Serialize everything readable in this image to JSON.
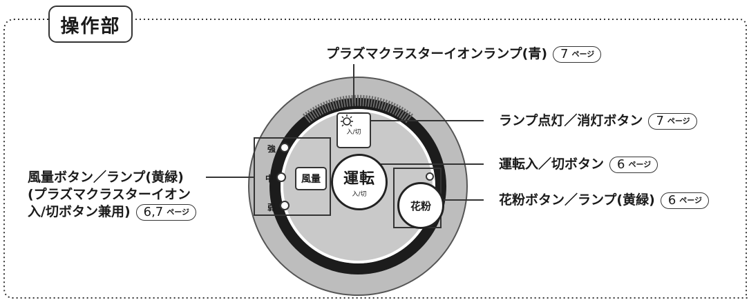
{
  "section_title": "操作部",
  "callouts": {
    "plasma_lamp": {
      "label": "プラズマクラスターイオンランプ(青)",
      "page": "7",
      "unit": "ページ"
    },
    "lamp_button": {
      "label": "ランプ点灯／消灯ボタン",
      "page": "7",
      "unit": "ページ"
    },
    "power_button": {
      "label": "運転入／切ボタン",
      "page": "6",
      "unit": "ページ"
    },
    "pollen_button": {
      "label": "花粉ボタン／ランプ(黄緑)",
      "page": "6",
      "unit": "ページ"
    },
    "fan_button": {
      "line1": "風量ボタン／ランプ(黄緑)",
      "line2": "(プラズマクラスターイオン",
      "line3": "入/切ボタン兼用)",
      "page": "6,7",
      "unit": "ページ"
    }
  },
  "panel": {
    "lamp_button_caption": "入/切",
    "fan_button_label": "風量",
    "power_button_label": "運転",
    "power_button_caption": "入/切",
    "pollen_button_label": "花粉",
    "speed_levels": [
      "強",
      "中",
      "弱"
    ]
  },
  "colors": {
    "outer_ring": "#bdbdbd",
    "dark_band": "#1c1c1c",
    "inner_disc": "#c9c9c9",
    "line": "#333333"
  }
}
